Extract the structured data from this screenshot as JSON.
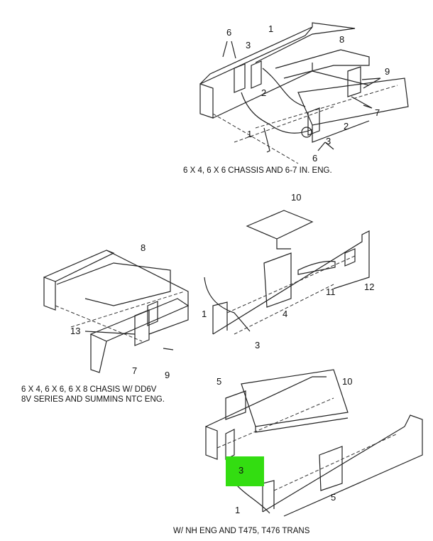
{
  "captions": {
    "top": "6 X 4, 6 X 6 CHASSIS AND 6-7 IN. ENG.",
    "middle_line1": "6 X 4, 6 X 6, 6 X 8 CHASIS W/ DD6V",
    "middle_line2": "8V SERIES AND SUMMINS NTC ENG.",
    "bottom": "W/ NH ENG AND T475, T476 TRANS"
  },
  "callouts": {
    "top": [
      "6",
      "1",
      "3",
      "8",
      "9",
      "2",
      "7",
      "2",
      "1",
      "3",
      "6"
    ],
    "middle_right": [
      "10",
      "12",
      "11",
      "1",
      "4",
      "3"
    ],
    "middle_left": [
      "8",
      "13",
      "7",
      "9"
    ],
    "bottom": [
      "5",
      "10",
      "3",
      "5",
      "1"
    ]
  },
  "highlight": {
    "label": "3",
    "color": "#33dd11"
  }
}
